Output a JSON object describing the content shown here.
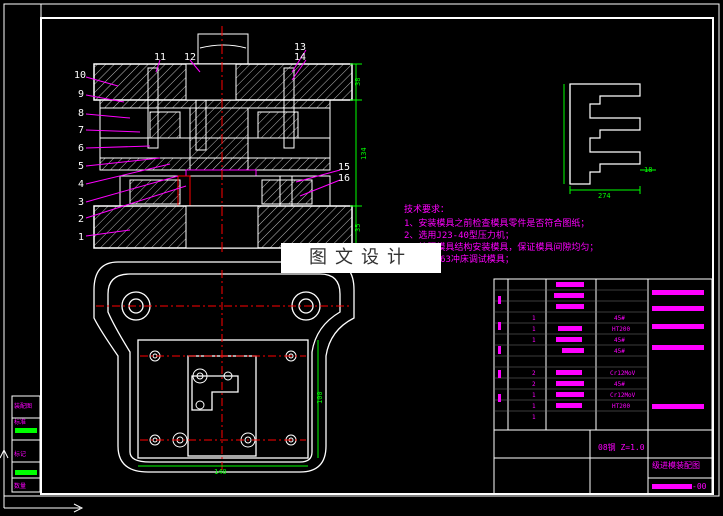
{
  "part_numbers": [
    "1",
    "2",
    "3",
    "4",
    "5",
    "6",
    "7",
    "8",
    "9",
    "10",
    "11",
    "12",
    "13",
    "14",
    "15",
    "16"
  ],
  "dimensions": {
    "height_top": "38",
    "height_total": "134",
    "height_bottom": "35",
    "base_width": "140",
    "base_height": "100",
    "profile_width": "274",
    "profile_side": "18"
  },
  "tech_requirements": {
    "title": "技术要求：",
    "items": [
      "1、安装模具之前检查模具零件是否符合图纸；",
      "2、选用J23-40型压力机；",
      "3、按照模具结构安装模具，保证模具间隙均匀；",
      "4、J23-63冲床调试模具；"
    ]
  },
  "watermark": "图文设计",
  "title_block": {
    "scale": "08钢 Z=1.0",
    "drawing_name": "级进模装配图",
    "sheet": "-00"
  },
  "bom": {
    "materials": [
      "45#",
      "45#",
      "45#",
      "Cr12MoV",
      "Cr12MoV",
      "45#",
      "HT200",
      "HT200"
    ],
    "counts": [
      "1",
      "1",
      "1",
      "2",
      "2",
      "1",
      "1",
      "1"
    ]
  },
  "side_panel": {
    "labels": [
      "装配图",
      "标准",
      "标记",
      "数量"
    ]
  },
  "colors": {
    "line": "#ffffff",
    "magenta": "#ff00ff",
    "green": "#00ff00",
    "red": "#ff0000",
    "cyan": "#00ffff",
    "hatch": "#c0c0c0"
  }
}
